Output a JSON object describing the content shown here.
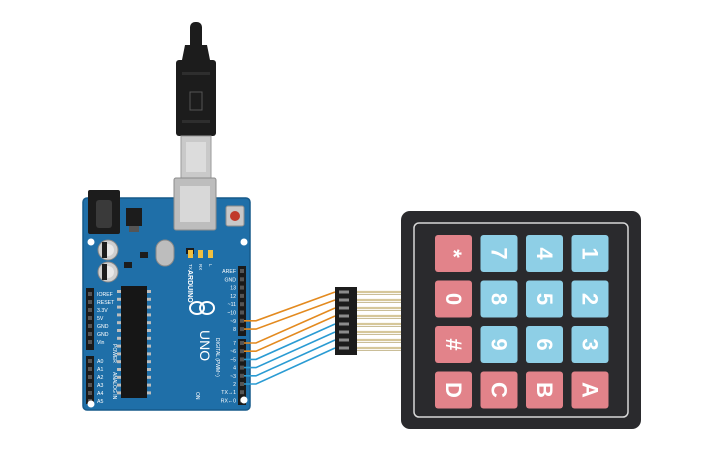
{
  "board": {
    "brand": "ARDUINO",
    "model": "UNO",
    "header_left_labels": [
      "IOREF",
      "RESET",
      "3.3V",
      "5V",
      "GND",
      "GND",
      "Vin"
    ],
    "power_label": "POWER",
    "analog_labels": [
      "A0",
      "A1",
      "A2",
      "A3",
      "A4",
      "A5"
    ],
    "analog_in_label": "ANALOG IN",
    "header_right_labels": [
      "AREF",
      "GND",
      "13",
      "12",
      "~11",
      "~10",
      "~9",
      "8",
      "7",
      "~6",
      "~5",
      "4",
      "~3",
      "2",
      "TX→1",
      "RX←0"
    ],
    "digital_label": "DIGITAL (PWM~)",
    "led_labels": [
      "TX",
      "RX",
      "L"
    ],
    "on_label": "ON"
  },
  "keypad": {
    "rows": [
      [
        "*",
        "7",
        "4",
        "1"
      ],
      [
        "0",
        "8",
        "5",
        "2"
      ],
      [
        "#",
        "9",
        "6",
        "3"
      ],
      [
        "D",
        "C",
        "B",
        "A"
      ]
    ],
    "pink_columns": [
      0,
      3
    ],
    "colors": {
      "blue_key": "#8ecfe6",
      "pink_key": "#e2838a",
      "body": "#2a2a2d"
    }
  },
  "wires": [
    {
      "pin": "~9",
      "color": "#e38a1f"
    },
    {
      "pin": "8",
      "color": "#e38a1f"
    },
    {
      "pin": "7",
      "color": "#e38a1f"
    },
    {
      "pin": "~6",
      "color": "#e38a1f"
    },
    {
      "pin": "~5",
      "color": "#2a9bd3"
    },
    {
      "pin": "4",
      "color": "#2a9bd3"
    },
    {
      "pin": "~3",
      "color": "#2a9bd3"
    },
    {
      "pin": "2",
      "color": "#2a9bd3"
    }
  ],
  "colors": {
    "board": "#1f6fa8",
    "board_edge": "#175a8a"
  }
}
